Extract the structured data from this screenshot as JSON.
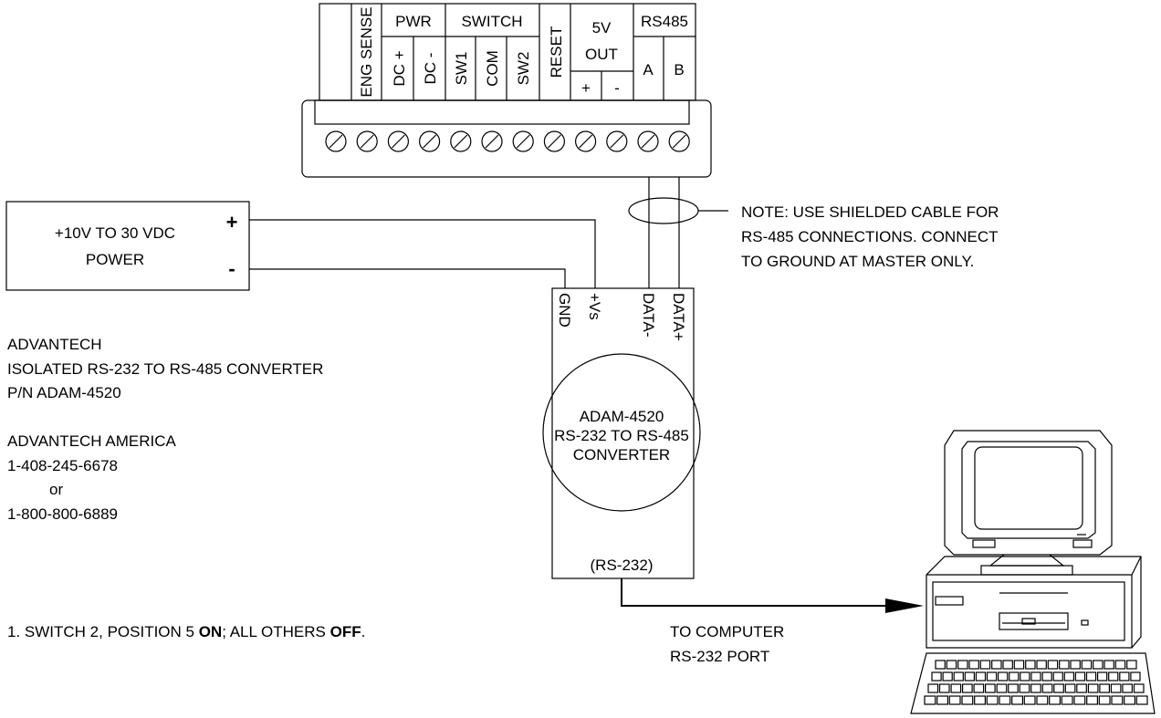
{
  "terminal_block": {
    "headers": {
      "eng_sense": "ENG SENSE",
      "pwr": "PWR",
      "switch": "SWITCH",
      "reset": "RESET",
      "out5v_top": "5V",
      "out5v_bottom": "OUT",
      "rs485": "RS485"
    },
    "sublabels": {
      "dc_plus": "DC +",
      "dc_minus": "DC -",
      "sw1": "SW1",
      "com": "COM",
      "sw2": "SW2",
      "out_plus": "+",
      "out_minus": "-",
      "a": "A",
      "b": "B"
    },
    "screw_count": 12
  },
  "power_supply": {
    "line1": "+10V TO 30 VDC",
    "line2": "POWER",
    "plus": "+",
    "minus": "-"
  },
  "note": {
    "line1": "NOTE: USE SHIELDED CABLE FOR",
    "line2": "RS-485 CONNECTIONS.  CONNECT",
    "line3": "TO GROUND AT MASTER ONLY."
  },
  "converter": {
    "pins": [
      "GND",
      "+Vs",
      "DATA-",
      "DATA+"
    ],
    "circle_line1": "ADAM-4520",
    "circle_line2": "RS-232 TO RS-485",
    "circle_line3": "CONVERTER",
    "port_label": "(RS-232)"
  },
  "advantech_info": {
    "line1": "ADVANTECH",
    "line2": "ISOLATED RS-232 TO RS-485 CONVERTER",
    "line3": "P/N ADAM-4520",
    "line4": "ADVANTECH AMERICA",
    "line5": "1-408-245-6678",
    "line6": "or",
    "line7": "1-800-800-6889"
  },
  "switch_note": {
    "prefix": "1. SWITCH 2, POSITION 5 ",
    "on": "ON",
    "middle": "; ALL OTHERS ",
    "off": "OFF",
    "suffix": "."
  },
  "computer_label": {
    "line1": "TO COMPUTER",
    "line2": "RS-232 PORT"
  }
}
